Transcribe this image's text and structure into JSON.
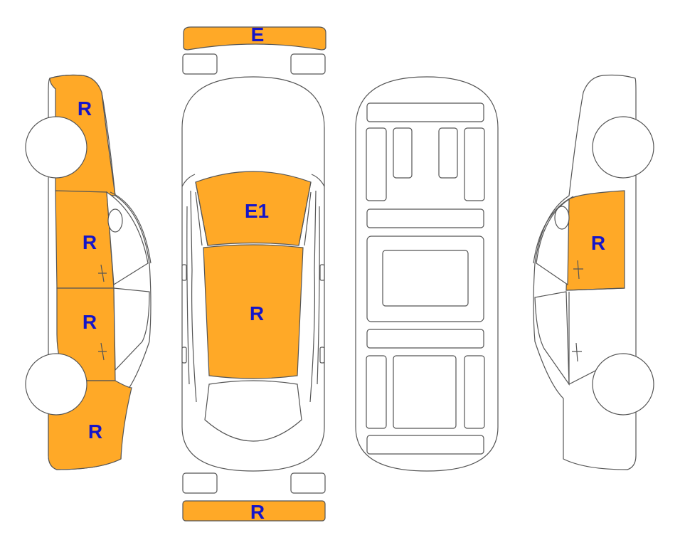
{
  "colors": {
    "damage_fill": "#FFA927",
    "label": "#1515C8",
    "outline": "#555555",
    "background": "#FFFFFF"
  },
  "labels": {
    "front_bumper": "E",
    "rear_bumper": "R",
    "hood": "E1",
    "roof": "R",
    "left_front_fender": "R",
    "left_front_door": "R",
    "left_rear_door": "R",
    "left_rear_quarter": "R",
    "right_rear_door": "R"
  }
}
